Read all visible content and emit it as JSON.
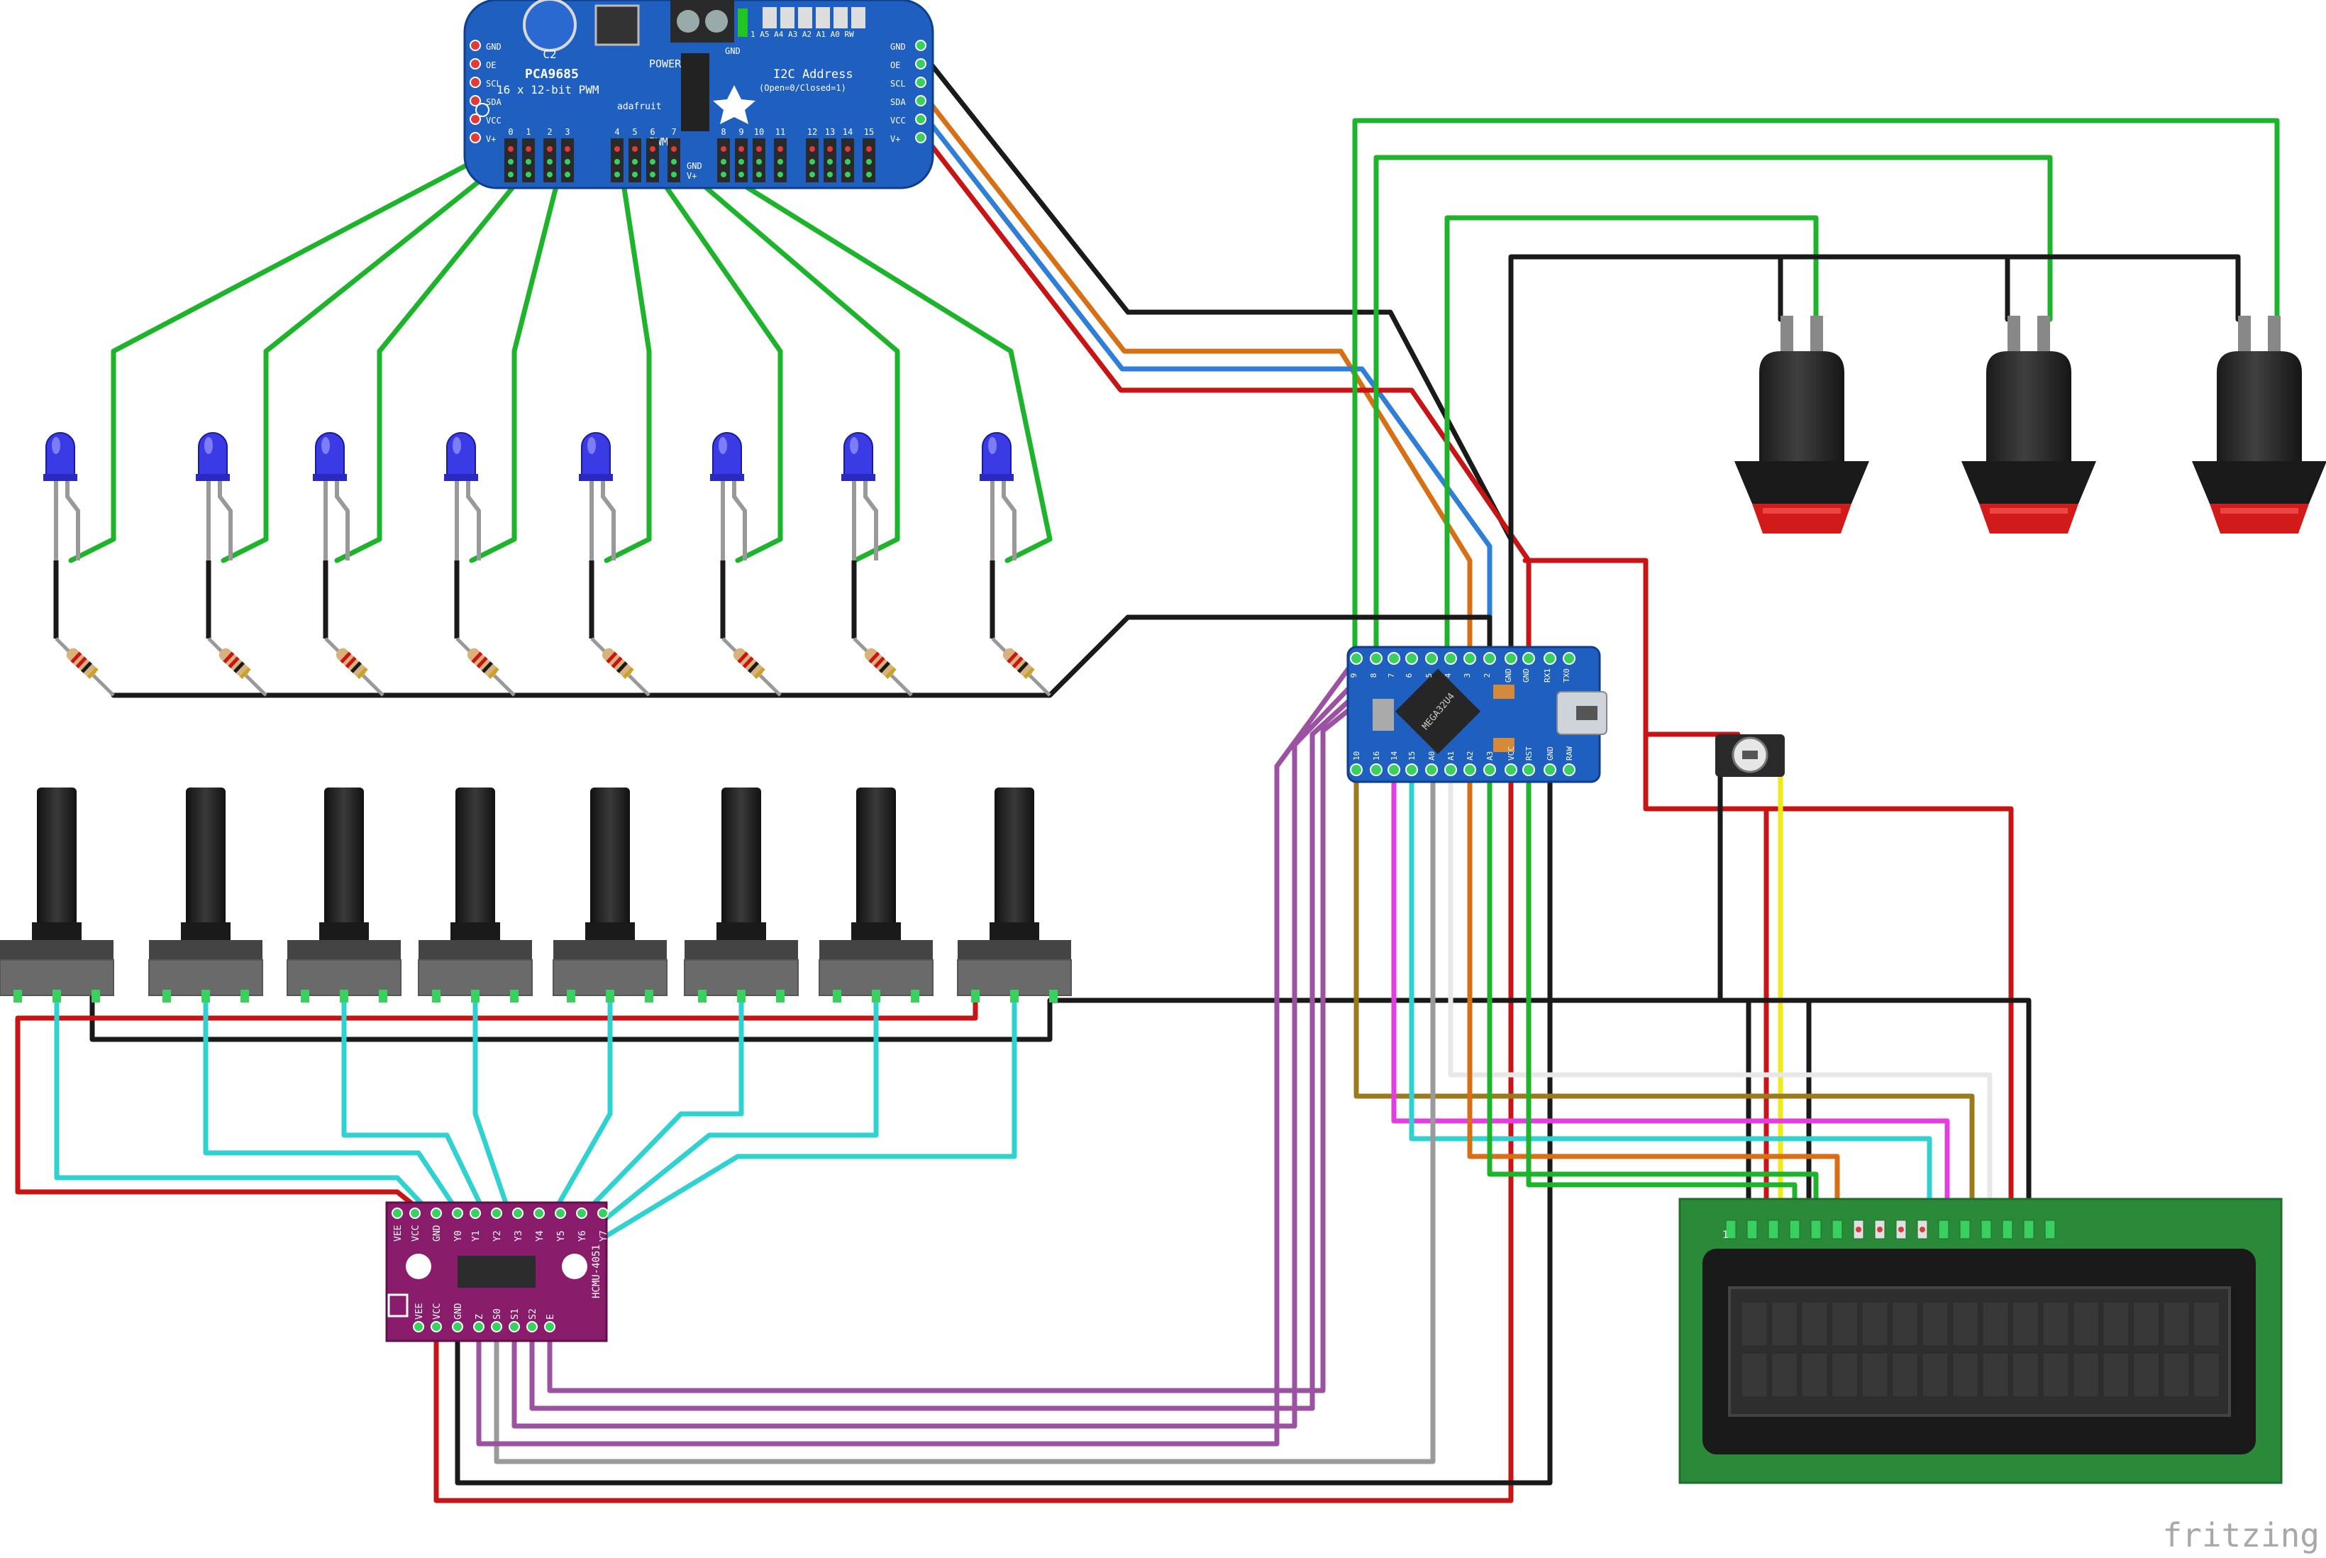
{
  "pwm_board": {
    "title": "PCA9685",
    "subtitle": "16 x 12-bit PWM",
    "brand": "adafruit",
    "power_label": "POWER",
    "gnd_top": "GND",
    "cap_label": "C2",
    "addr_title": "I2C Address",
    "addr_sub": "(Open=0/Closed=1)",
    "addr_pins": "1 A5 A4 A3 A2 A1 A0 RW",
    "pwm_label": "PWM",
    "side_pins_left": [
      "GND",
      "OE",
      "SCL",
      "SDA",
      "VCC",
      "V+"
    ],
    "side_pins_right": [
      "GND",
      "OE",
      "SCL",
      "SDA",
      "VCC",
      "V+"
    ],
    "channels": [
      "0",
      "1",
      "2",
      "3",
      "4",
      "5",
      "6",
      "7",
      "8",
      "9",
      "10",
      "11",
      "12",
      "13",
      "14",
      "15"
    ],
    "v_label": "V+",
    "gnd_label": "GND"
  },
  "micro": {
    "name": "MEGA32U4",
    "top_pins": [
      "9",
      "8",
      "7",
      "6",
      "5",
      "4",
      "3",
      "2",
      "GND",
      "GND",
      "RX1",
      "TX0"
    ],
    "bottom_pins": [
      "10",
      "16",
      "14",
      "15",
      "A0",
      "A1",
      "A2",
      "A3",
      "VCC",
      "RST",
      "GND",
      "RAW"
    ]
  },
  "mux": {
    "name": "HCMU-4051",
    "top_pins": [
      "VEE",
      "VCC",
      "GND",
      "Y0",
      "Y1",
      "Y2",
      "Y3",
      "Y4",
      "Y5",
      "Y6",
      "Y7"
    ],
    "bottom_pins": [
      "VEE",
      "VCC",
      "GND",
      "Z",
      "S0",
      "S1",
      "S2",
      "E"
    ]
  },
  "lcd": {
    "pin1": "1"
  },
  "watermark": "fritzing",
  "colors": {
    "wire_green": "#1db42c",
    "wire_black": "#1a1a1a",
    "wire_red": "#c81414",
    "wire_blue": "#2f7ed8",
    "wire_orange": "#d86f14",
    "wire_cyan": "#2fd1d1",
    "wire_purple": "#9b52a0",
    "wire_magenta": "#e23ee0",
    "wire_gray": "#9a9a9a",
    "wire_white": "#e8e8e8",
    "wire_brown": "#9a7a1c",
    "wire_yellow": "#f2ea18",
    "board_blue": "#1f5fbf",
    "mux_purple": "#8a1c6c",
    "lcd_green": "#2b8a3a"
  }
}
